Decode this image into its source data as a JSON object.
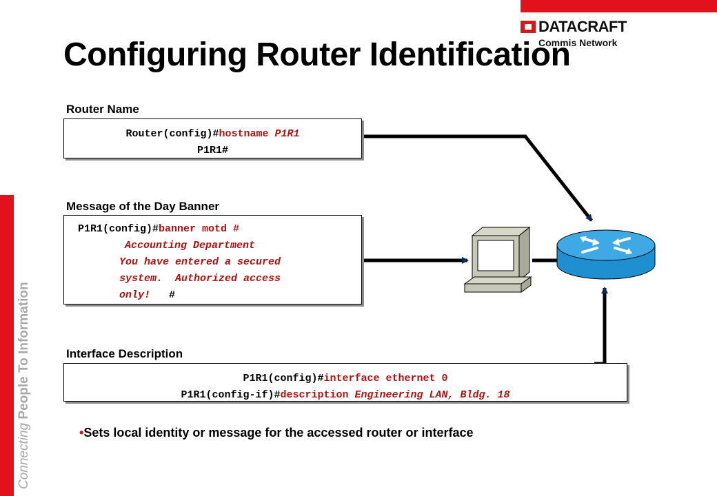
{
  "slide": {
    "title": "Configuring Router Identification",
    "side_text": {
      "italic": "Connecting",
      "bold": "People To Information"
    }
  },
  "logo": {
    "name": "DATACRAFT",
    "sub": "Commis Network"
  },
  "sections": {
    "router_name": {
      "label": "Router Name",
      "line1_prompt": "Router(config)#",
      "line1_cmd": "hostname ",
      "line1_arg": "P1R1",
      "line2": "P1R1#"
    },
    "motd": {
      "label": "Message of the Day Banner",
      "line1_prompt": "P1R1(config)#",
      "line1_cmd": "banner motd #",
      "line2": "Accounting Department",
      "line3": "You have entered a secured",
      "line4": "system.  Authorized access",
      "line5": "only!",
      "line5_end": "#"
    },
    "interface": {
      "label": "Interface Description",
      "line1_prompt": "P1R1(config)#",
      "line1_cmd": "interface ethernet 0",
      "line2_prompt": "P1R1(config-if)#",
      "line2_cmd": "description ",
      "line2_arg": "Engineering LAN, Bldg. 18"
    }
  },
  "bullet": "Sets local identity or message for the accessed router or interface",
  "icons": {
    "computer": "computer-icon",
    "router": "router-icon"
  },
  "colors": {
    "accent_red": "#e1121c",
    "command_red": "#b01111",
    "router_blue": "#1e8fd0"
  }
}
